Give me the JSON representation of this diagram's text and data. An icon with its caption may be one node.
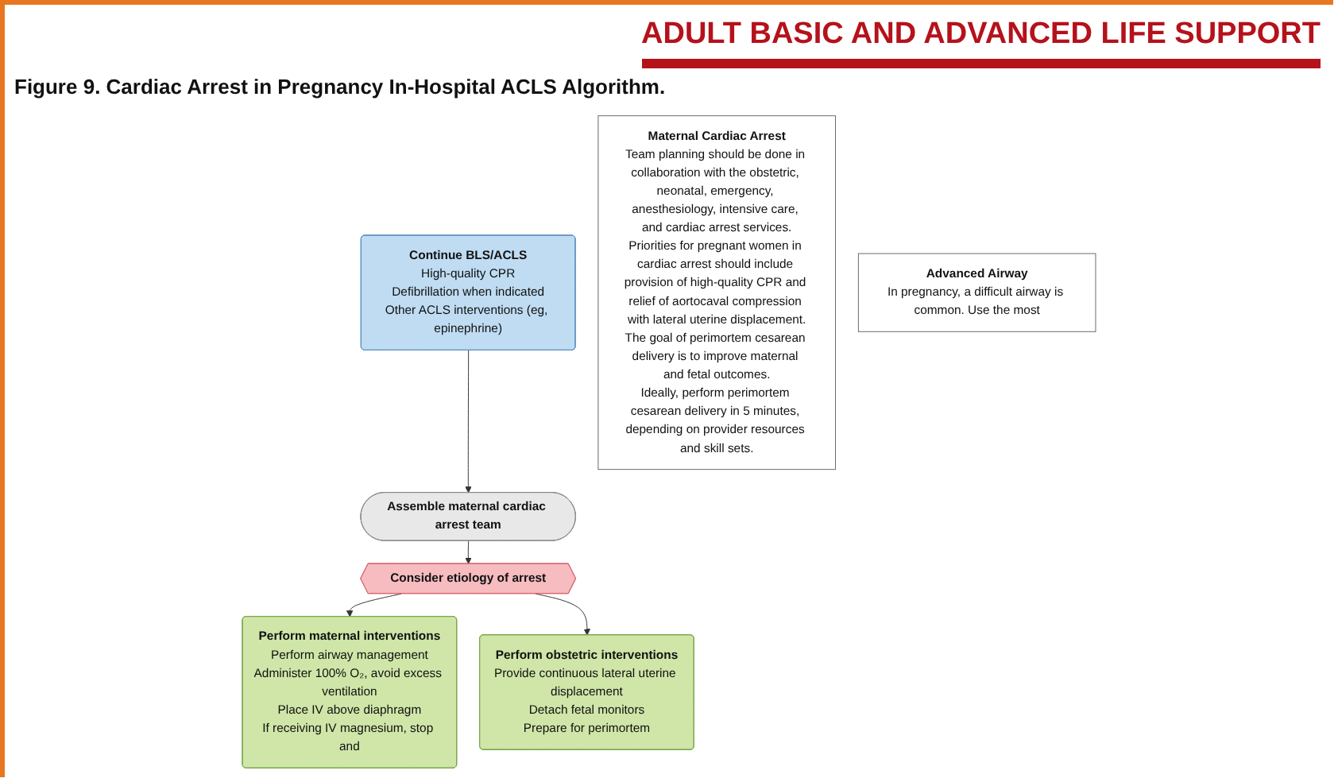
{
  "diagram": {
    "title": "Figure 9.  Cardiac Arrest in Pregnancy In-Hospital ACLS Algorithm.",
    "nodes": [
      {
        "text": [
          "Continue BLS/ACLS",
          "High-quality CPR",
          "Defibrillation when indicated",
          "Other ACLS interventions (eg, epinephrine)"
        ]
      },
      {
        "text": [
          "Assemble maternal cardiac arrest team"
        ]
      },
      {
        "text": [
          "Consider etiology of arrest"
        ]
      },
      {
        "text": [
          "Perform maternal interventions",
          "Perform airway management",
          "Administer 100% O₂, avoid excess ventilation",
          "Place IV above diaphragm",
          "If receiving IV magnesium, stop and"
        ]
      },
      {
        "text": [
          "Perform obstetric interventions",
          "Provide continuous lateral uterine displacement",
          "Detach fetal monitors",
          "Prepare for perimortem"
        ]
      },
      {
        "text": [
          "Maternal Cardiac Arrest",
          "Team planning should be done in collaboration with the obstetric, neonatal, emergency, anesthesiology, intensive care, and cardiac arrest services.",
          "Priorities for pregnant women in cardiac arrest should include provision of high-quality CPR and relief of aortocaval compression with lateral uterine displacement.",
          "The goal of perimortem cesarean delivery is to improve maternal and fetal outcomes.",
          "Ideally, perform perimortem cesarean delivery in 5 minutes, depending on provider resources and skill sets."
        ]
      },
      {
        "text": [
          "Advanced Airway",
          "In pregnancy, a difficult airway is common. Use the most"
        ]
      }
    ],
    "edges": [
      {
        "from": 0,
        "to": 1,
        "arrow": "to"
      },
      {
        "from": 1,
        "to": 2,
        "arrow": "to"
      },
      {
        "from": 2,
        "to": 3,
        "arrow": "to"
      },
      {
        "from": 2,
        "to": 4,
        "arrow": "to"
      }
    ],
    "labels": [
      "ADULT BASIC AND ADVANCED LIFE SUPPORT"
    ]
  }
}
